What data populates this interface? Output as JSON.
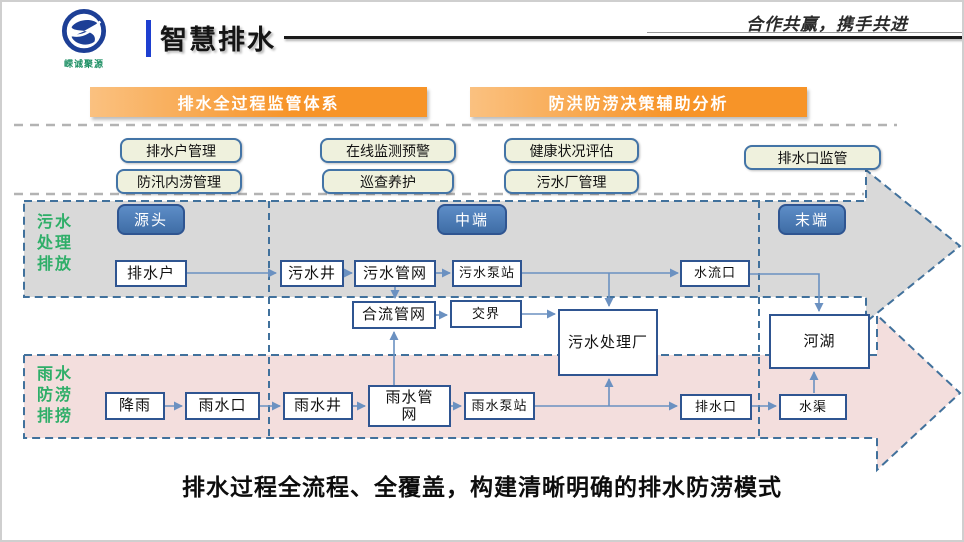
{
  "header": {
    "logo_text": "嵘诚聚源",
    "title": "智慧排水",
    "motto": "合作共赢，携手共进"
  },
  "banners": [
    {
      "label": "排水全过程监管体系"
    },
    {
      "label": "防洪防涝决策辅助分析"
    }
  ],
  "function_buttons": [
    {
      "label": "排水户管理"
    },
    {
      "label": "防汛内涝管理"
    },
    {
      "label": "在线监测预警"
    },
    {
      "label": "巡查养护"
    },
    {
      "label": "健康状况评估"
    },
    {
      "label": "污水厂管理"
    },
    {
      "label": "排水口监管"
    }
  ],
  "stages": [
    {
      "label": "源头"
    },
    {
      "label": "中端"
    },
    {
      "label": "末端"
    }
  ],
  "lanes": [
    {
      "name": "sewage-treatment-discharge",
      "label_lines": [
        "污水",
        "处理",
        "排放"
      ]
    },
    {
      "name": "rain-flood-drainage",
      "label_lines": [
        "雨水",
        "防涝",
        "排捞"
      ]
    }
  ],
  "nodes": {
    "drain_user": "排水户",
    "sewage_well": "污水井",
    "sewage_network": "污水管网",
    "sewage_pump": "污水泵站",
    "outfall": "水流口",
    "combined_network": "合流管网",
    "junction": "交界",
    "sewage_plant": "污水处理厂",
    "river_lake": "河湖",
    "rainfall": "降雨",
    "rain_inlet": "雨水口",
    "rain_well": "雨水井",
    "rain_network": "雨水管\n网",
    "rain_pump": "雨水泵站",
    "drain_outlet": "排水口",
    "channel": "水渠"
  },
  "caption": "排水过程全流程、全覆盖，构建清晰明确的排水防涝模式",
  "colors": {
    "accent_orange": "#f79428",
    "band_gray": "#d9d9d9",
    "band_pink": "#f3dedd",
    "node_border": "#2f5591",
    "stage_blue": "#4d80bd",
    "connector": "#6b91c1",
    "lane_green": "#2eae68",
    "dashed_outline": "#41719c",
    "title_accent_blue": "#1e3fd0"
  }
}
